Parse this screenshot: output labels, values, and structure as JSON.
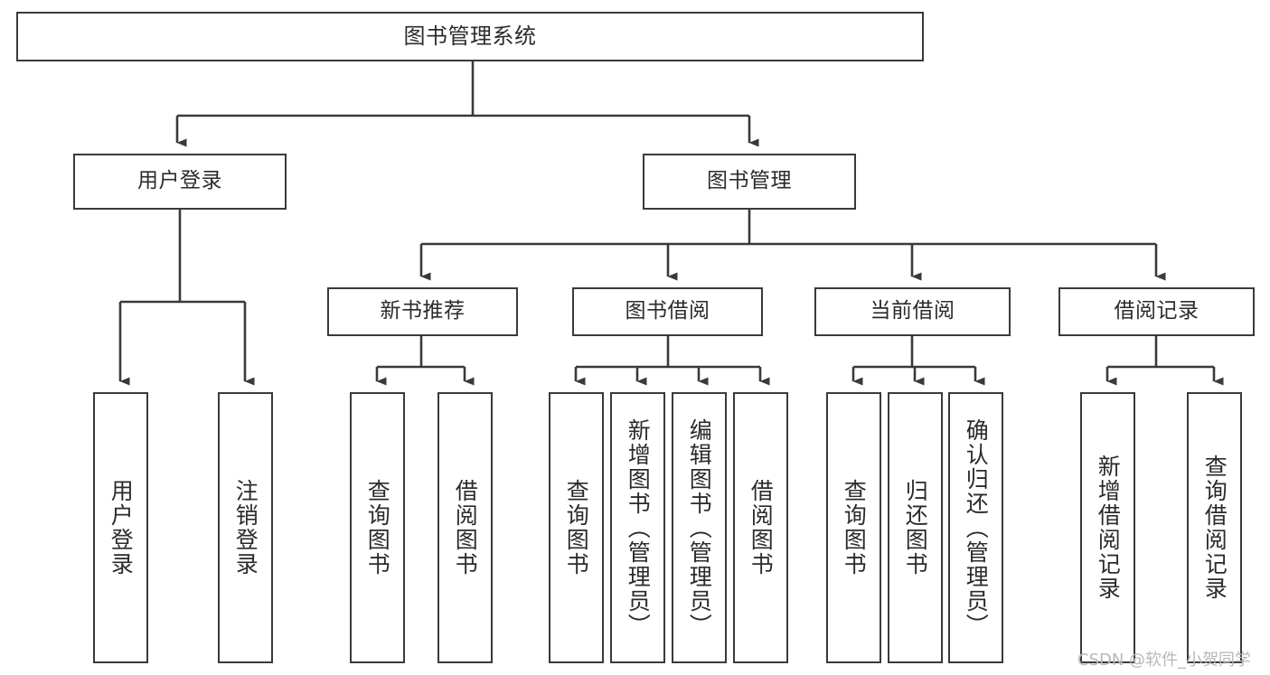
{
  "diagram": {
    "title": "图书管理系统",
    "type": "hierarchy-tree",
    "levels": 4,
    "root": {
      "id": "root",
      "label": "图书管理系统",
      "orientation": "horizontal"
    },
    "level2": [
      {
        "id": "user-login",
        "label": "用户登录",
        "orientation": "horizontal"
      },
      {
        "id": "book-manage",
        "label": "图书管理",
        "orientation": "horizontal"
      }
    ],
    "level3": [
      {
        "id": "new-book-rec",
        "label": "新书推荐",
        "orientation": "horizontal",
        "parent": "book-manage"
      },
      {
        "id": "book-borrow",
        "label": "图书借阅",
        "orientation": "horizontal",
        "parent": "book-manage"
      },
      {
        "id": "current-borrow",
        "label": "当前借阅",
        "orientation": "horizontal",
        "parent": "book-manage"
      },
      {
        "id": "borrow-record",
        "label": "借阅记录",
        "orientation": "horizontal",
        "parent": "book-manage"
      }
    ],
    "leaves": [
      {
        "id": "leaf-user-login",
        "label": "用户登录",
        "orientation": "vertical",
        "parent": "user-login"
      },
      {
        "id": "leaf-user-logout",
        "label": "注销登录",
        "orientation": "vertical",
        "parent": "user-login"
      },
      {
        "id": "leaf-query-book-1",
        "label": "查询图书",
        "orientation": "vertical",
        "parent": "new-book-rec"
      },
      {
        "id": "leaf-borrow-book-1",
        "label": "借阅图书",
        "orientation": "vertical",
        "parent": "new-book-rec"
      },
      {
        "id": "leaf-query-book-2",
        "label": "查询图书",
        "orientation": "vertical",
        "parent": "book-borrow"
      },
      {
        "id": "leaf-add-book",
        "label": "新增图书（管理员）",
        "orientation": "vertical",
        "parent": "book-borrow"
      },
      {
        "id": "leaf-edit-book",
        "label": "编辑图书（管理员）",
        "orientation": "vertical",
        "parent": "book-borrow"
      },
      {
        "id": "leaf-borrow-book-2",
        "label": "借阅图书",
        "orientation": "vertical",
        "parent": "book-borrow"
      },
      {
        "id": "leaf-query-book-3",
        "label": "查询图书",
        "orientation": "vertical",
        "parent": "current-borrow"
      },
      {
        "id": "leaf-return-book",
        "label": "归还图书",
        "orientation": "vertical",
        "parent": "current-borrow"
      },
      {
        "id": "leaf-confirm-return",
        "label": "确认归还（管理员）",
        "orientation": "vertical",
        "parent": "current-borrow"
      },
      {
        "id": "leaf-add-record",
        "label": "新增借阅记录",
        "orientation": "vertical",
        "parent": "borrow-record"
      },
      {
        "id": "leaf-query-record",
        "label": "查询借阅记录",
        "orientation": "vertical",
        "parent": "borrow-record"
      }
    ],
    "colors": {
      "stroke": "#3a3a3a",
      "fill": "#ffffff",
      "text": "#2b2b2b",
      "watermark": "#b8b8b8"
    }
  },
  "watermark": {
    "text": "CSDN @软件_小贺同学"
  }
}
